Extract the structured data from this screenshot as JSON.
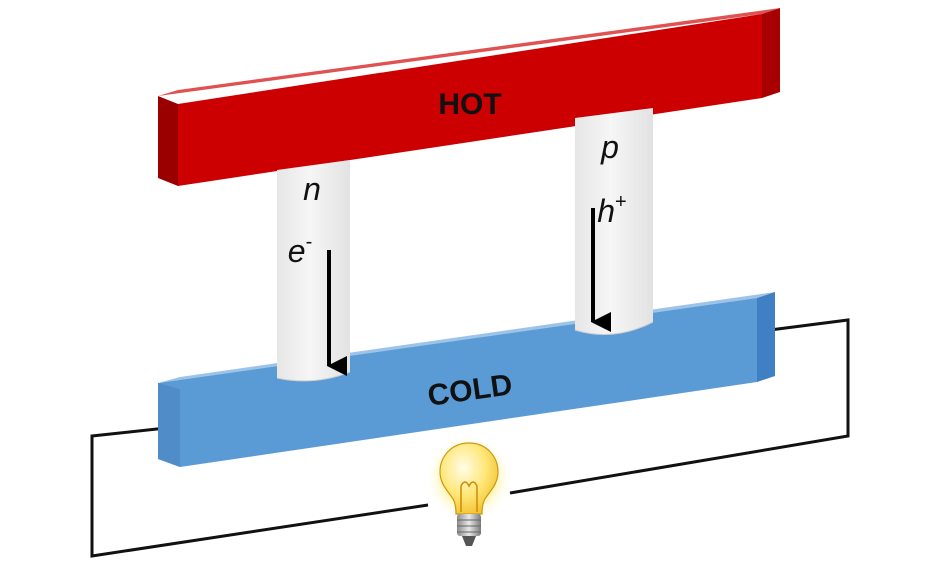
{
  "hot_bar": {
    "label": "HOT",
    "color": "#cc0000"
  },
  "cold_bar": {
    "label": "COLD",
    "color": "#5b9bd5"
  },
  "n_leg": {
    "type": "n",
    "carrier": "e",
    "carrier_charge": "-"
  },
  "p_leg": {
    "type": "p",
    "carrier": "h",
    "carrier_charge": "+"
  },
  "circuit": {
    "color": "#111111"
  },
  "bulb": {
    "icon": "light-bulb-icon",
    "color": "#ffd84a"
  }
}
